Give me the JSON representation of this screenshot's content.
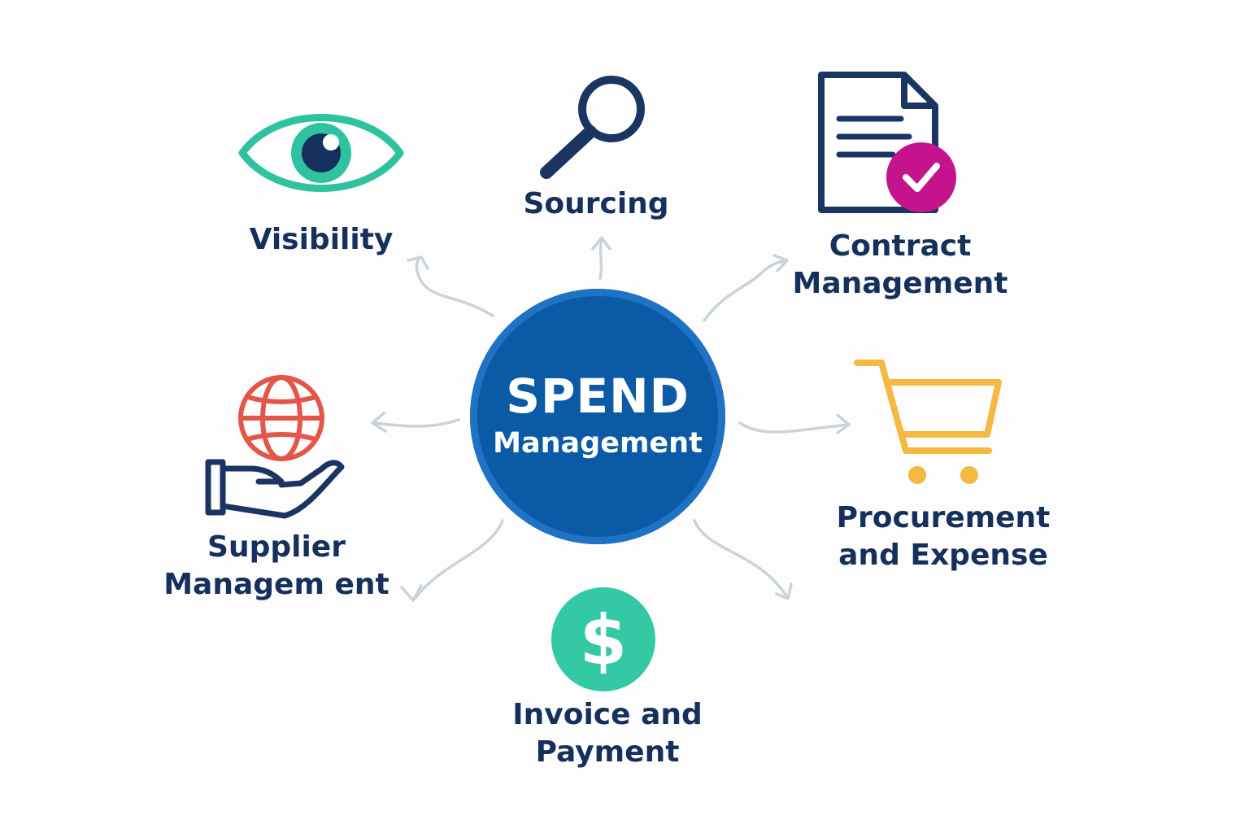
{
  "hub": {
    "title": "SPEND",
    "subtitle": "Management"
  },
  "nodes": {
    "visibility": {
      "lines": [
        "Visibility"
      ],
      "icon": "eye-icon",
      "color": "#2fc2a0"
    },
    "sourcing": {
      "lines": [
        "Sourcing"
      ],
      "icon": "magnifier-icon",
      "color": "#1a3561"
    },
    "contract": {
      "lines": [
        "Contract",
        "Management"
      ],
      "icon": "document-check-icon",
      "color": "#c4138c"
    },
    "supplier": {
      "lines": [
        "Supplier",
        "Managem ent"
      ],
      "icon": "globe-hand-icon",
      "color": "#e4564a"
    },
    "procurement": {
      "lines": [
        "Procurement",
        "and Expense"
      ],
      "icon": "shopping-cart-icon",
      "color": "#f5b942"
    },
    "invoice": {
      "lines": [
        "Invoice and",
        "Payment"
      ],
      "icon": "dollar-icon",
      "color": "#33c9a4"
    }
  },
  "colors": {
    "hub": "#0b5aa6",
    "hub_ring": "#1f72c4",
    "text": "#15305c",
    "arrow": "#c5d1d8"
  }
}
